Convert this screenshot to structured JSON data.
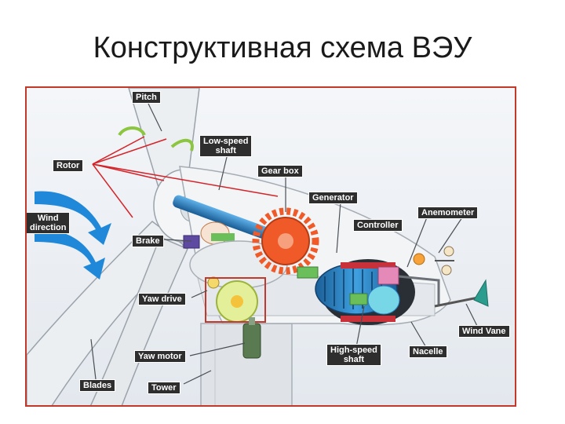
{
  "title": "Конструктивная схема ВЭУ",
  "labels": {
    "pitch": "Pitch",
    "low_speed_shaft_1": "Low-speed",
    "low_speed_shaft_2": "shaft",
    "gear_box": "Gear box",
    "generator": "Generator",
    "anemometer": "Anemometer",
    "rotor": "Rotor",
    "wind_direction_1": "Wind",
    "wind_direction_2": "direction",
    "controller": "Controller",
    "brake": "Brake",
    "yaw_drive": "Yaw drive",
    "wind_vane": "Wind Vane",
    "yaw_motor": "Yaw motor",
    "high_speed_shaft_1": "High-speed",
    "high_speed_shaft_2": "shaft",
    "nacelle": "Nacelle",
    "blades": "Blades",
    "tower": "Tower"
  },
  "colors": {
    "frame_border": "#c0392b",
    "label_bg": "#2e2e2e",
    "pointer_red": "#d4242a",
    "gear_orange": "#f05a28",
    "generator_blue": "#2a7fc1",
    "arrow_blue": "#1f88d8"
  }
}
